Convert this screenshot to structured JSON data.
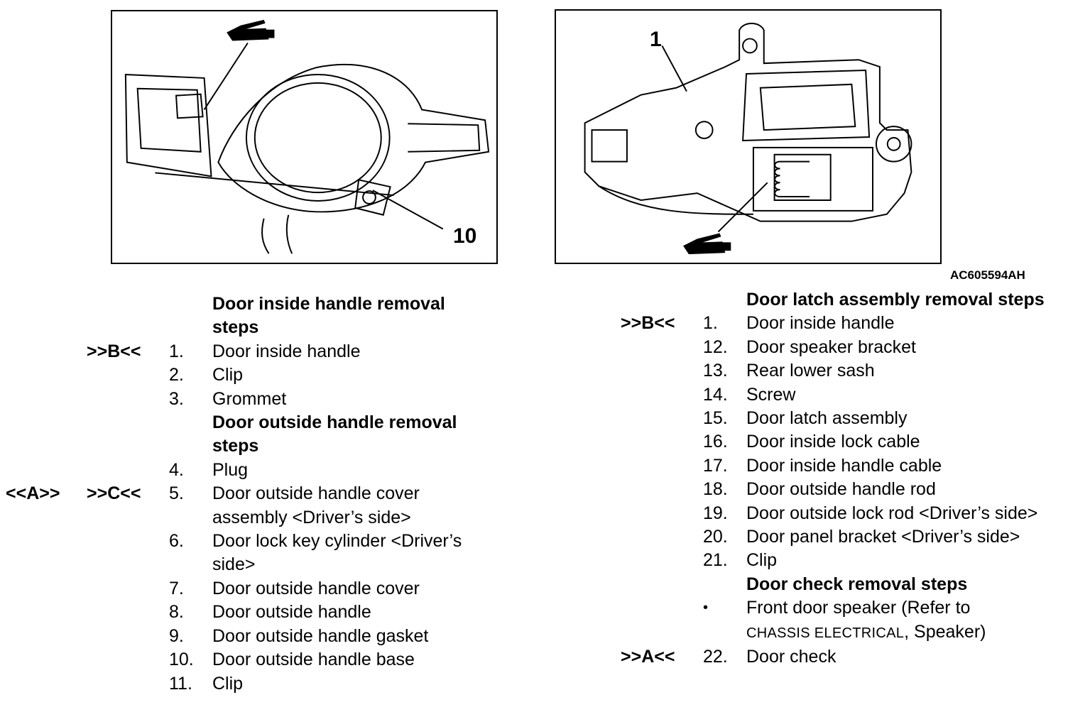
{
  "figure_left": {
    "callout": "10"
  },
  "figure_right": {
    "callout": "1"
  },
  "figure_code": "AC605594AH",
  "left_column": {
    "rows": [
      {
        "kind": "head",
        "text": "Door inside handle removal steps"
      },
      {
        "pre_b": ">>B<<",
        "num": "1.",
        "text": "Door inside handle"
      },
      {
        "num": "2.",
        "text": "Clip"
      },
      {
        "num": "3.",
        "text": "Grommet"
      },
      {
        "kind": "head",
        "text": "Door outside handle removal steps"
      },
      {
        "num": "4.",
        "text": "Plug"
      },
      {
        "pre_a": "<<A>>",
        "pre_b": ">>C<<",
        "num": "5.",
        "text": "Door outside handle cover assembly <Driver’s side>"
      },
      {
        "num": "6.",
        "text": "Door lock key cylinder <Driver’s side>"
      },
      {
        "num": "7.",
        "text": "Door outside handle cover"
      },
      {
        "num": "8.",
        "text": "Door outside handle"
      },
      {
        "num": "9.",
        "text": "Door outside handle gasket"
      },
      {
        "num": "10.",
        "text": "Door outside handle base"
      },
      {
        "num": "11.",
        "text": "Clip"
      }
    ]
  },
  "right_column": {
    "rows": [
      {
        "kind": "head",
        "text": "Door latch assembly removal steps"
      },
      {
        "pre_b": ">>B<<",
        "num": "1.",
        "text": "Door inside handle"
      },
      {
        "num": "12.",
        "text": "Door speaker bracket"
      },
      {
        "num": "13.",
        "text": "Rear lower sash"
      },
      {
        "num": "14.",
        "text": "Screw"
      },
      {
        "num": "15.",
        "text": "Door latch assembly"
      },
      {
        "num": "16.",
        "text": "Door inside lock cable"
      },
      {
        "num": "17.",
        "text": "Door inside handle cable"
      },
      {
        "num": "18.",
        "text": "Door outside handle rod"
      },
      {
        "num": "19.",
        "text": "Door outside lock rod <Driver’s side>"
      },
      {
        "num": "20.",
        "text": "Door panel bracket <Driver’s side>"
      },
      {
        "num": "21.",
        "text": "Clip"
      },
      {
        "kind": "head",
        "text": "Door check removal steps"
      },
      {
        "kind": "ref",
        "num": "•",
        "text_pre": "Front door speaker (Refer to",
        "text_ref": "CHASSIS ELECTRICAL",
        "text_post": ", Speaker)"
      },
      {
        "pre_b": ">>A<<",
        "num": "22.",
        "text": "Door check"
      }
    ]
  }
}
